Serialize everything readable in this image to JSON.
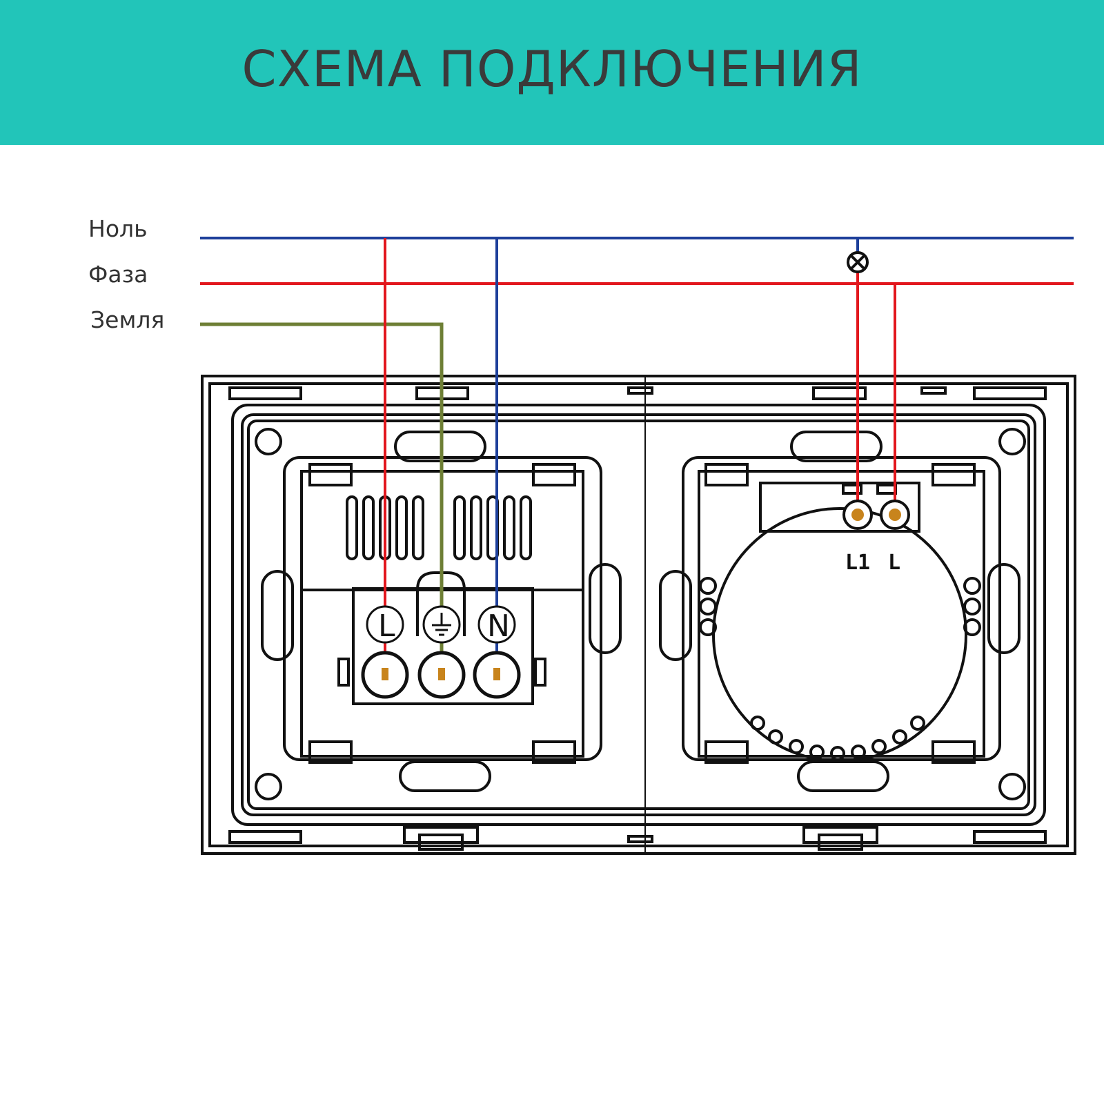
{
  "header": {
    "title": "СХЕМА ПОДКЛЮЧЕНИЯ"
  },
  "wires": [
    {
      "key": "neutral",
      "label": "Ноль"
    },
    {
      "key": "phase",
      "label": "Фаза"
    },
    {
      "key": "ground",
      "label": "Земля"
    }
  ],
  "socket": {
    "terminals": [
      "L",
      "",
      "N"
    ]
  },
  "switch": {
    "terminals": [
      "L1",
      "L"
    ]
  },
  "colors": {
    "header_bg": "#22c5b9",
    "title": "#3a3a3a",
    "neutral": "#1d3f9a",
    "phase": "#e2171d",
    "ground": "#6e7f35",
    "outline": "#111111",
    "contact": "#c8841c"
  }
}
